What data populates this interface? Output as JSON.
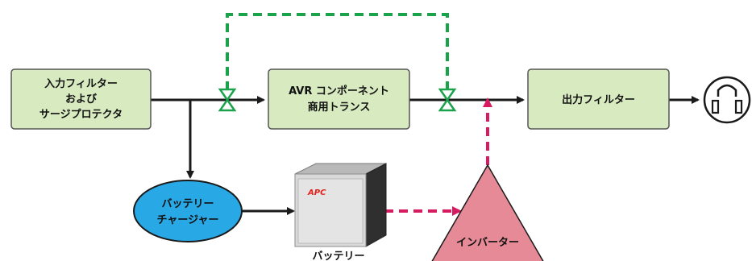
{
  "colors": {
    "box_fill": "#d8ebc0",
    "path_line": "#1a1a1a",
    "bypass_line": "#1aa34a",
    "inverter_line": "#d81b60",
    "charger_fill": "#29a8e6",
    "inverter_fill": "#e58a96",
    "battery_front": "#d9d9d9",
    "apc_logo": "#e2231a"
  },
  "nodes": {
    "input_filter": {
      "lines": [
        "入力フィルター",
        "および",
        "サージプロテクタ"
      ]
    },
    "avr": {
      "lines": [
        "AVR コンポーネント",
        "商用トランス"
      ]
    },
    "output_filter": {
      "label": "出力フィルター"
    },
    "charger": {
      "lines": [
        "バッテリー",
        "チャージャー"
      ]
    },
    "battery": {
      "label": "バッテリー",
      "logo_text": "APC",
      "icon": "battery-unit-icon"
    },
    "inverter": {
      "label": "インバーター"
    },
    "outlet": {
      "icon": "power-outlet-icon"
    }
  },
  "relays": [
    {
      "name": "bypass-relay-left",
      "icon": "relay-switch-icon"
    },
    {
      "name": "bypass-relay-right",
      "icon": "relay-switch-icon"
    }
  ]
}
